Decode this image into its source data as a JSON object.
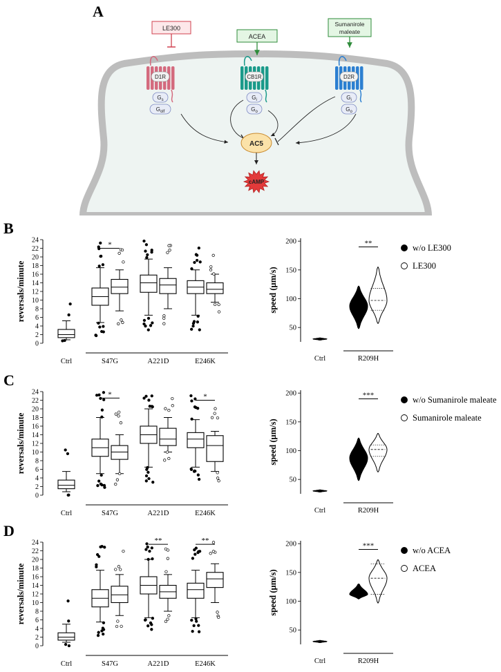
{
  "panel_labels": {
    "a": "A",
    "b": "B",
    "c": "C",
    "d": "D"
  },
  "diagram": {
    "drugs": [
      {
        "label": "LE300",
        "color": "#d0414f",
        "bg": "#fde8ea",
        "effect": "inhibit"
      },
      {
        "label": "ACEA",
        "color": "#2e8b3a",
        "bg": "#e4f6e4",
        "effect": "activate"
      },
      {
        "label_line1": "Sumanirole",
        "label_line2": "maleate",
        "color": "#2e8b3a",
        "bg": "#e4f6e4",
        "effect": "activate"
      }
    ],
    "receptors": [
      {
        "label": "D1R",
        "color": "#d46a7e"
      },
      {
        "label": "CB1R",
        "color": "#1a9a8a"
      },
      {
        "label": "D2R",
        "color": "#2c7fd1"
      }
    ],
    "gproteins": {
      "d1r": [
        "Gs",
        "Golf"
      ],
      "cb1r": [
        "Gi",
        "Go"
      ],
      "d2r": [
        "Gi",
        "Go"
      ]
    },
    "enzyme": "AC5",
    "second_messenger": "cAMP"
  },
  "chart_data": [
    {
      "type": "box",
      "panel": "B",
      "ylabel": "reversals/minute",
      "ylim": [
        0,
        24
      ],
      "yticks": [
        0,
        2,
        4,
        6,
        8,
        10,
        12,
        14,
        16,
        18,
        20,
        22,
        24
      ],
      "groups": [
        "Ctrl",
        "S47G",
        "A221D",
        "E246K"
      ],
      "boxes": [
        {
          "group": "Ctrl",
          "filled": true,
          "min": 0.8,
          "q1": 1.3,
          "median": 2.0,
          "q3": 3.2,
          "max": 5.2
        },
        {
          "group": "S47G",
          "filled": true,
          "min": 4.8,
          "q1": 8.8,
          "median": 10.8,
          "q3": 12.8,
          "max": 17.5
        },
        {
          "group": "S47G",
          "filled": false,
          "min": 7.5,
          "q1": 11.5,
          "median": 13.0,
          "q3": 14.8,
          "max": 17.0
        },
        {
          "group": "A221D",
          "filled": true,
          "min": 6.5,
          "q1": 11.8,
          "median": 14.0,
          "q3": 15.8,
          "max": 19.5
        },
        {
          "group": "A221D",
          "filled": false,
          "min": 8.0,
          "q1": 11.5,
          "median": 13.5,
          "q3": 15.0,
          "max": 17.5
        },
        {
          "group": "E246K",
          "filled": true,
          "min": 6.5,
          "q1": 11.5,
          "median": 13.0,
          "q3": 14.5,
          "max": 17.0
        },
        {
          "group": "E246K",
          "filled": false,
          "min": 9.5,
          "q1": 11.5,
          "median": 12.5,
          "q3": 14.0,
          "max": 16.0
        }
      ],
      "significance": [
        {
          "group": "S47G",
          "label": "*"
        }
      ]
    },
    {
      "type": "violin",
      "panel": "B",
      "ylabel": "speed (µm/s)",
      "ylim": [
        25,
        205
      ],
      "yticks": [
        50,
        100,
        150,
        200
      ],
      "groups": [
        "Ctrl",
        "R209H"
      ],
      "violins": [
        {
          "group": "Ctrl",
          "filled": true,
          "min": 28,
          "median": 30,
          "max": 32
        },
        {
          "group": "R209H",
          "filled": true,
          "min": 48,
          "q1": 80,
          "median": 87,
          "q3": 93,
          "max": 122
        },
        {
          "group": "R209H",
          "filled": false,
          "min": 57,
          "q1": 80,
          "median": 97,
          "q3": 118,
          "max": 155
        }
      ],
      "significance": [
        {
          "group": "R209H",
          "label": "**"
        }
      ],
      "legend": [
        {
          "label": "w/o LE300",
          "filled": true
        },
        {
          "label": "LE300",
          "filled": false
        }
      ]
    },
    {
      "type": "box",
      "panel": "C",
      "ylabel": "reversals/minute",
      "ylim": [
        0,
        24
      ],
      "yticks": [
        0,
        2,
        4,
        6,
        8,
        10,
        12,
        14,
        16,
        18,
        20,
        22,
        24
      ],
      "groups": [
        "Ctrl",
        "S47G",
        "A221D",
        "E246K"
      ],
      "boxes": [
        {
          "group": "Ctrl",
          "filled": true,
          "min": 0.8,
          "q1": 1.5,
          "median": 2.3,
          "q3": 3.5,
          "max": 5.5
        },
        {
          "group": "S47G",
          "filled": true,
          "min": 5.0,
          "q1": 9.0,
          "median": 11.0,
          "q3": 13.0,
          "max": 18.0
        },
        {
          "group": "S47G",
          "filled": false,
          "min": 5.0,
          "q1": 8.3,
          "median": 10.0,
          "q3": 11.5,
          "max": 14.0
        },
        {
          "group": "A221D",
          "filled": true,
          "min": 6.5,
          "q1": 12.0,
          "median": 14.0,
          "q3": 16.0,
          "max": 20.0
        },
        {
          "group": "A221D",
          "filled": false,
          "min": 10.0,
          "q1": 11.5,
          "median": 13.0,
          "q3": 15.5,
          "max": 18.0
        },
        {
          "group": "E246K",
          "filled": true,
          "min": 6.5,
          "q1": 11.0,
          "median": 13.0,
          "q3": 14.5,
          "max": 17.5
        },
        {
          "group": "E246K",
          "filled": false,
          "min": 5.5,
          "q1": 7.8,
          "median": 11.5,
          "q3": 13.8,
          "max": 14.8
        }
      ],
      "significance": [
        {
          "group": "S47G",
          "label": "*"
        },
        {
          "group": "E246K",
          "label": "*"
        }
      ]
    },
    {
      "type": "violin",
      "panel": "C",
      "ylabel": "speed (µm/s)",
      "ylim": [
        25,
        205
      ],
      "yticks": [
        50,
        100,
        150,
        200
      ],
      "groups": [
        "Ctrl",
        "R209H"
      ],
      "violins": [
        {
          "group": "Ctrl",
          "filled": true,
          "min": 28,
          "median": 30,
          "max": 32
        },
        {
          "group": "R209H",
          "filled": true,
          "min": 48,
          "q1": 80,
          "median": 87,
          "q3": 93,
          "max": 122
        },
        {
          "group": "R209H",
          "filled": false,
          "min": 63,
          "q1": 90,
          "median": 102,
          "q3": 110,
          "max": 130
        }
      ],
      "significance": [
        {
          "group": "R209H",
          "label": "***"
        }
      ],
      "legend": [
        {
          "label": "w/o Sumanirole maleate",
          "filled": true
        },
        {
          "label": "Sumanirole maleate",
          "filled": false
        }
      ]
    },
    {
      "type": "box",
      "panel": "D",
      "ylabel": "reversals/minute",
      "ylim": [
        0,
        24
      ],
      "yticks": [
        0,
        2,
        4,
        6,
        8,
        10,
        12,
        14,
        16,
        18,
        20,
        22,
        24
      ],
      "groups": [
        "Ctrl",
        "S47G",
        "A221D",
        "E246K"
      ],
      "boxes": [
        {
          "group": "Ctrl",
          "filled": true,
          "min": 0.8,
          "q1": 1.3,
          "median": 2.0,
          "q3": 3.0,
          "max": 5.0
        },
        {
          "group": "S47G",
          "filled": true,
          "min": 5.5,
          "q1": 9.0,
          "median": 11.0,
          "q3": 13.0,
          "max": 17.5
        },
        {
          "group": "S47G",
          "filled": false,
          "min": 7.0,
          "q1": 10.0,
          "median": 11.8,
          "q3": 13.8,
          "max": 16.5
        },
        {
          "group": "A221D",
          "filled": true,
          "min": 6.5,
          "q1": 12.0,
          "median": 14.0,
          "q3": 16.0,
          "max": 20.0
        },
        {
          "group": "A221D",
          "filled": false,
          "min": 8.0,
          "q1": 11.0,
          "median": 12.5,
          "q3": 14.0,
          "max": 16.5
        },
        {
          "group": "E246K",
          "filled": true,
          "min": 6.5,
          "q1": 11.0,
          "median": 13.0,
          "q3": 14.5,
          "max": 17.5
        },
        {
          "group": "E246K",
          "filled": false,
          "min": 10.0,
          "q1": 13.5,
          "median": 15.5,
          "q3": 17.0,
          "max": 19.0
        }
      ],
      "significance": [
        {
          "group": "A221D",
          "label": "**"
        },
        {
          "group": "E246K",
          "label": "**"
        }
      ]
    },
    {
      "type": "violin",
      "panel": "D",
      "ylabel": "speed (µm/s)",
      "ylim": [
        25,
        205
      ],
      "yticks": [
        50,
        100,
        150,
        200
      ],
      "groups": [
        "Ctrl",
        "R209H"
      ],
      "violins": [
        {
          "group": "Ctrl",
          "filled": true,
          "min": 28,
          "median": 30,
          "max": 32
        },
        {
          "group": "R209H",
          "filled": true,
          "min": 104,
          "q1": 109,
          "median": 112,
          "q3": 115,
          "max": 130
        },
        {
          "group": "R209H",
          "filled": false,
          "min": 97,
          "q1": 112,
          "median": 140,
          "q3": 165,
          "max": 172
        }
      ],
      "significance": [
        {
          "group": "R209H",
          "label": "***"
        }
      ],
      "legend": [
        {
          "label": "w/o ACEA",
          "filled": true
        },
        {
          "label": "ACEA",
          "filled": false
        }
      ]
    }
  ]
}
